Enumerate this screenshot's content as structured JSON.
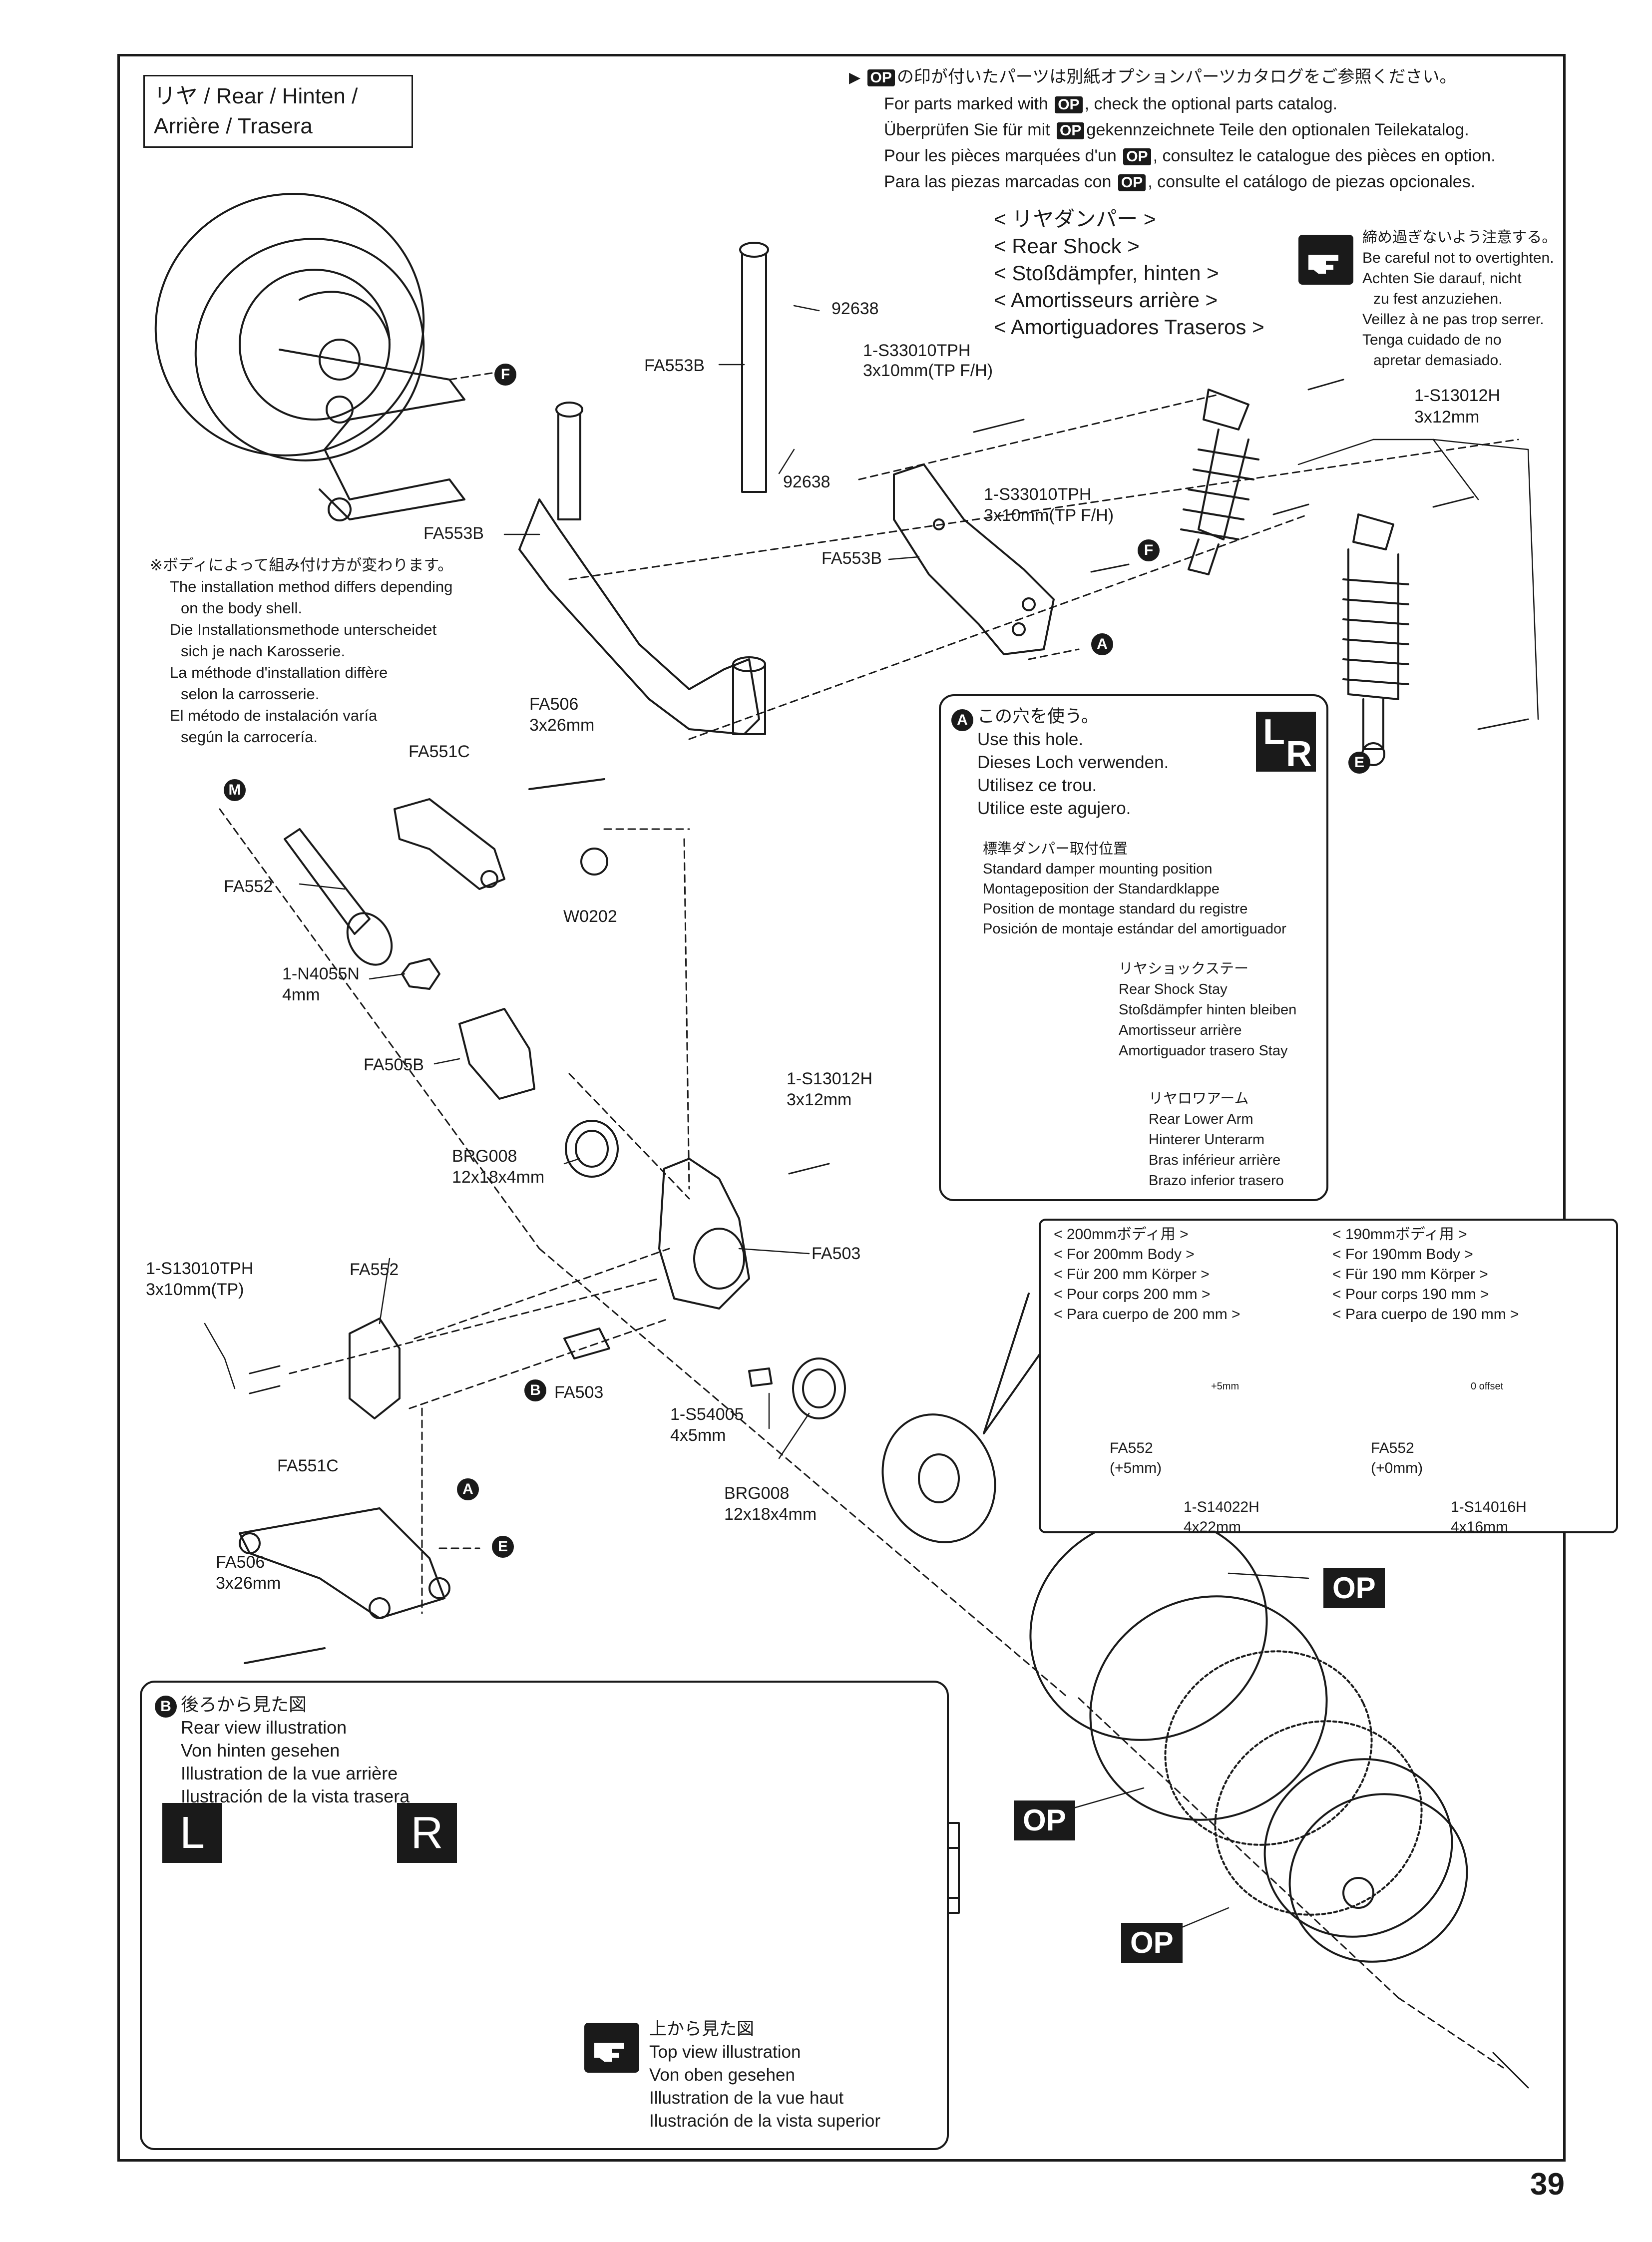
{
  "section_title": {
    "line1": "リヤ /  Rear / Hinten /",
    "line2": "Arrière / Trasera"
  },
  "op_note": {
    "badge": "OP",
    "jp": "の印が付いたパーツは別紙オプションパーツカタログをご参照ください。",
    "en_before": "For parts marked with",
    "en_after": ", check the optional parts catalog.",
    "de_before": "Überprüfen Sie für mit",
    "de_after": "gekennzeichnete Teile den optionalen Teilekatalog.",
    "fr_before": "Pour les pièces marquées d'un",
    "fr_after": ", consultez le catalogue des pièces en option.",
    "es_before": "Para las piezas marcadas con",
    "es_after": ", consulte el catálogo de piezas opcionales."
  },
  "rear_shock": {
    "jp": "< リヤダンパー >",
    "en": "< Rear Shock >",
    "de": "< Stoßdämpfer, hinten >",
    "fr": "< Amortisseurs arrière >",
    "es": "< Amortiguadores Traseros >"
  },
  "tighten_note": {
    "jp": "締め過ぎないよう注意する。",
    "en": "Be careful not to overtighten.",
    "de1": "Achten Sie darauf, nicht",
    "de2": "zu fest anzuziehen.",
    "fr": "Veillez à ne pas trop serrer.",
    "es1": "Tenga cuidado de no",
    "es2": "apretar demasiado."
  },
  "body_note": {
    "jp": "※ボディによって組み付け方が変わります。",
    "en1": "The installation method differs depending",
    "en2": "on the body shell.",
    "de1": "Die Installationsmethode unterscheidet",
    "de2": "sich je nach Karosserie.",
    "fr1": "La méthode d'installation diffère",
    "fr2": "selon la carrosserie.",
    "es1": "El método de instalación varía",
    "es2": "según la carrocería."
  },
  "parts": {
    "fa553b_a": "FA553B",
    "fa553b_b": "FA553B",
    "fa553b_c": "FA553B",
    "p92638_a": "92638",
    "p92638_b": "92638",
    "s33010_a_code": "1-S33010TPH",
    "s33010_a_size": "3x10mm(TP F/H)",
    "s33010_b_code": "1-S33010TPH",
    "s33010_b_size": "3x10mm(TP F/H)",
    "s13012_a_code": "1-S13012H",
    "s13012_a_size": "3x12mm",
    "s13012_b_code": "1-S13012H",
    "s13012_b_size": "3x12mm",
    "fa506_a_code": "FA506",
    "fa506_a_size": "3x26mm",
    "fa506_b_code": "FA506",
    "fa506_b_size": "3x26mm",
    "fa551c_a": "FA551C",
    "fa551c_b": "FA551C",
    "fa552_a": "FA552",
    "fa552_b": "FA552",
    "w0202": "W0202",
    "n4055_code": "1-N4055N",
    "n4055_size": "4mm",
    "fa505b": "FA505B",
    "brg008_a_code": "BRG008",
    "brg008_a_size": "12x18x4mm",
    "brg008_b_code": "BRG008",
    "brg008_b_size": "12x18x4mm",
    "fa503_a": "FA503",
    "fa503_b": "FA503",
    "s13010_code": "1-S13010TPH",
    "s13010_size": "3x10mm(TP)",
    "s54005_code": "1-S54005",
    "s54005_size": "4x5mm"
  },
  "markers": {
    "F": "F",
    "M": "M",
    "A": "A",
    "E": "E",
    "B": "B"
  },
  "hole_box": {
    "letter": "A",
    "jp": "この穴を使う。",
    "en": "Use this hole.",
    "de": "Dieses Loch verwenden.",
    "fr": "Utilisez ce trou.",
    "es": "Utilice este agujero.",
    "std_jp": "標準ダンパー取付位置",
    "std_en": "Standard damper mounting position",
    "std_de": "Montageposition der Standardklappe",
    "std_fr": "Position de montage standard du registre",
    "std_es": "Posición de montaje estándar del amortiguador",
    "stay_jp": "リヤショックステー",
    "stay_en": "Rear Shock Stay",
    "stay_de": "Stoßdämpfer hinten bleiben",
    "stay_fr": "Amortisseur arrière",
    "stay_es": "Amortiguador trasero Stay",
    "arm_jp": "リヤロワアーム",
    "arm_en": "Rear Lower Arm",
    "arm_de": "Hinterer Unterarm",
    "arm_fr": "Bras inférieur arrière",
    "arm_es": "Brazo inferior trasero",
    "lr_l": "L",
    "lr_r": "R"
  },
  "body_box": {
    "b200_jp": "< 200mmボディ用 >",
    "b200_en": "< For 200mm Body >",
    "b200_de": "< Für 200 mm Körper >",
    "b200_fr": "< Pour corps 200 mm >",
    "b200_es": "< Para cuerpo de 200 mm >",
    "b190_jp": "< 190mmボディ用 >",
    "b190_en": "< For 190mm Body >",
    "b190_de": "< Für 190 mm Körper >",
    "b190_fr": "< Pour corps 190 mm >",
    "b190_es": "< Para cuerpo de 190 mm >",
    "hub200_part": "FA552",
    "hub200_offset": "(+5mm)",
    "hub190_part": "FA552",
    "hub190_offset": "(+0mm)",
    "screw200_code": "1-S14022H",
    "screw200_size": "4x22mm",
    "screw190_code": "1-S14016H",
    "screw190_size": "4x16mm",
    "hub200_mark": "+5mm",
    "hub190_mark": "0 offset"
  },
  "rear_view_box": {
    "letter": "B",
    "jp": "後ろから見た図",
    "en": "Rear view illustration",
    "de": "Von hinten gesehen",
    "fr": "Illustration de la vue arrière",
    "es": "Ilustración de la vista trasera",
    "left": "L",
    "right": "R",
    "top_jp": "上から見た図",
    "top_en": "Top view illustration",
    "top_de": "Von oben gesehen",
    "top_fr": "Illustration de la vue haut",
    "top_es": "Ilustración de la vista superior"
  },
  "op_labels": [
    "OP",
    "OP",
    "OP"
  ],
  "page_number": "39"
}
